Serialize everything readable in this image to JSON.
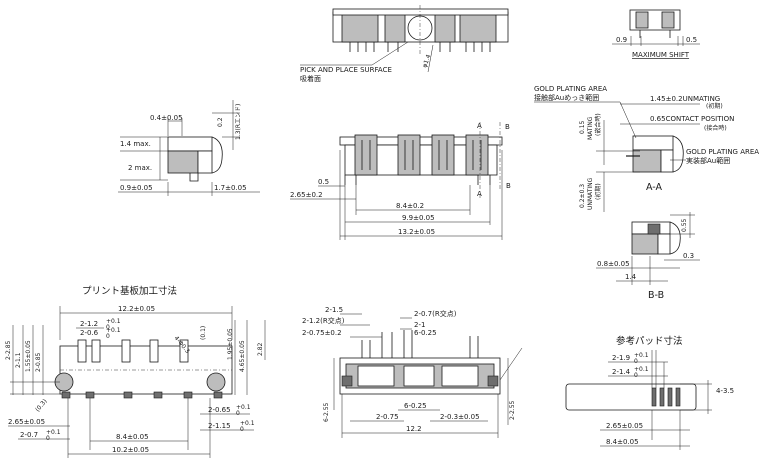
{
  "top_view": {
    "pick_place_en": "PICK AND PLACE SURFACE",
    "pick_place_jp": "吸着面",
    "dia": "φ1.4"
  },
  "max_shift": {
    "left": "0.9",
    "right": "0.5",
    "label": "MAXIMUM SHIFT"
  },
  "side_view": {
    "top_dim": "0.4±0.05",
    "h14": "1.4 max.",
    "h2": "2 max.",
    "v02": "0.2",
    "v13": "1.3(Rエンド)",
    "left_dim": "0.9±0.05",
    "right_dim": "1.7±0.05"
  },
  "front_view": {
    "sec_a": "A",
    "sec_b": "B",
    "d05": "0.5",
    "d265": "2.65±0.2",
    "d84": "8.4±0.2",
    "d99": "9.9±0.05",
    "d132": "13.2±0.05"
  },
  "section_aa": {
    "gold_en": "GOLD PLATING AREA",
    "gold_jp": "接触部Auめっき範囲",
    "unmating": "1.45±0.2UNMATING",
    "unmating_jp": "(初期)",
    "contact": "0.65CONTACT POSITION",
    "contact_jp": "(接合時)",
    "v015": "0.15",
    "v015_mating": "MATING",
    "v015_jp": "(嵌合時)",
    "gold2_en": "GOLD PLATING AREA",
    "gold2_jp": "実装部Au範囲",
    "v02": "0.2±0.3",
    "v02_unmating": "UNMATING",
    "v02_jp": "(初期)",
    "label": "A-A"
  },
  "section_bb": {
    "d055": "0.55",
    "d08": "0.8±0.05",
    "d03": "0.3",
    "d14": "1.4",
    "label": "B-B"
  },
  "pcb": {
    "title": "プリント基板加工寸法",
    "w122": "12.2±0.05",
    "l285": "2-2.85",
    "l113": "2-1.1",
    "l155": "1.55±0.05",
    "l085": "2-0.85",
    "r12": "2-1.2",
    "r06": "2-0.6",
    "d48": "4-Φ0.3",
    "c01": "(0.1)",
    "v195": "1.95±0.05",
    "v465": "4.65±0.05",
    "v282": "2.82",
    "c03": "(0.3)",
    "b265": "2.65±0.05",
    "b07": "2-0.7",
    "b065": "2-0.65",
    "b115": "2-1.15",
    "b84": "8.4±0.05",
    "b102": "10.2±0.05",
    "tol_plus": "+0.1",
    "tol_zero": "0"
  },
  "rear_view": {
    "t15": "2-1.5",
    "t12": "2-1.2(R交点)",
    "t075": "2-0.75±0.2",
    "t07": "2-0.7(R交点)",
    "t21": "2-1",
    "t6025": "6-0.25",
    "v655": "6-2.55",
    "v255": "2-2.55",
    "b6025": "6-0.25",
    "b075": "2-0.75",
    "b03": "2-0.3±0.05",
    "b122": "12.2"
  },
  "pad": {
    "title": "参考パッド寸法",
    "p19": "2-1.9",
    "p14": "2-1.4",
    "p435": "4-3.5",
    "p265": "2.65±0.05",
    "p84": "8.4±0.05",
    "tol_plus": "+0.1",
    "tol_zero": "0"
  }
}
